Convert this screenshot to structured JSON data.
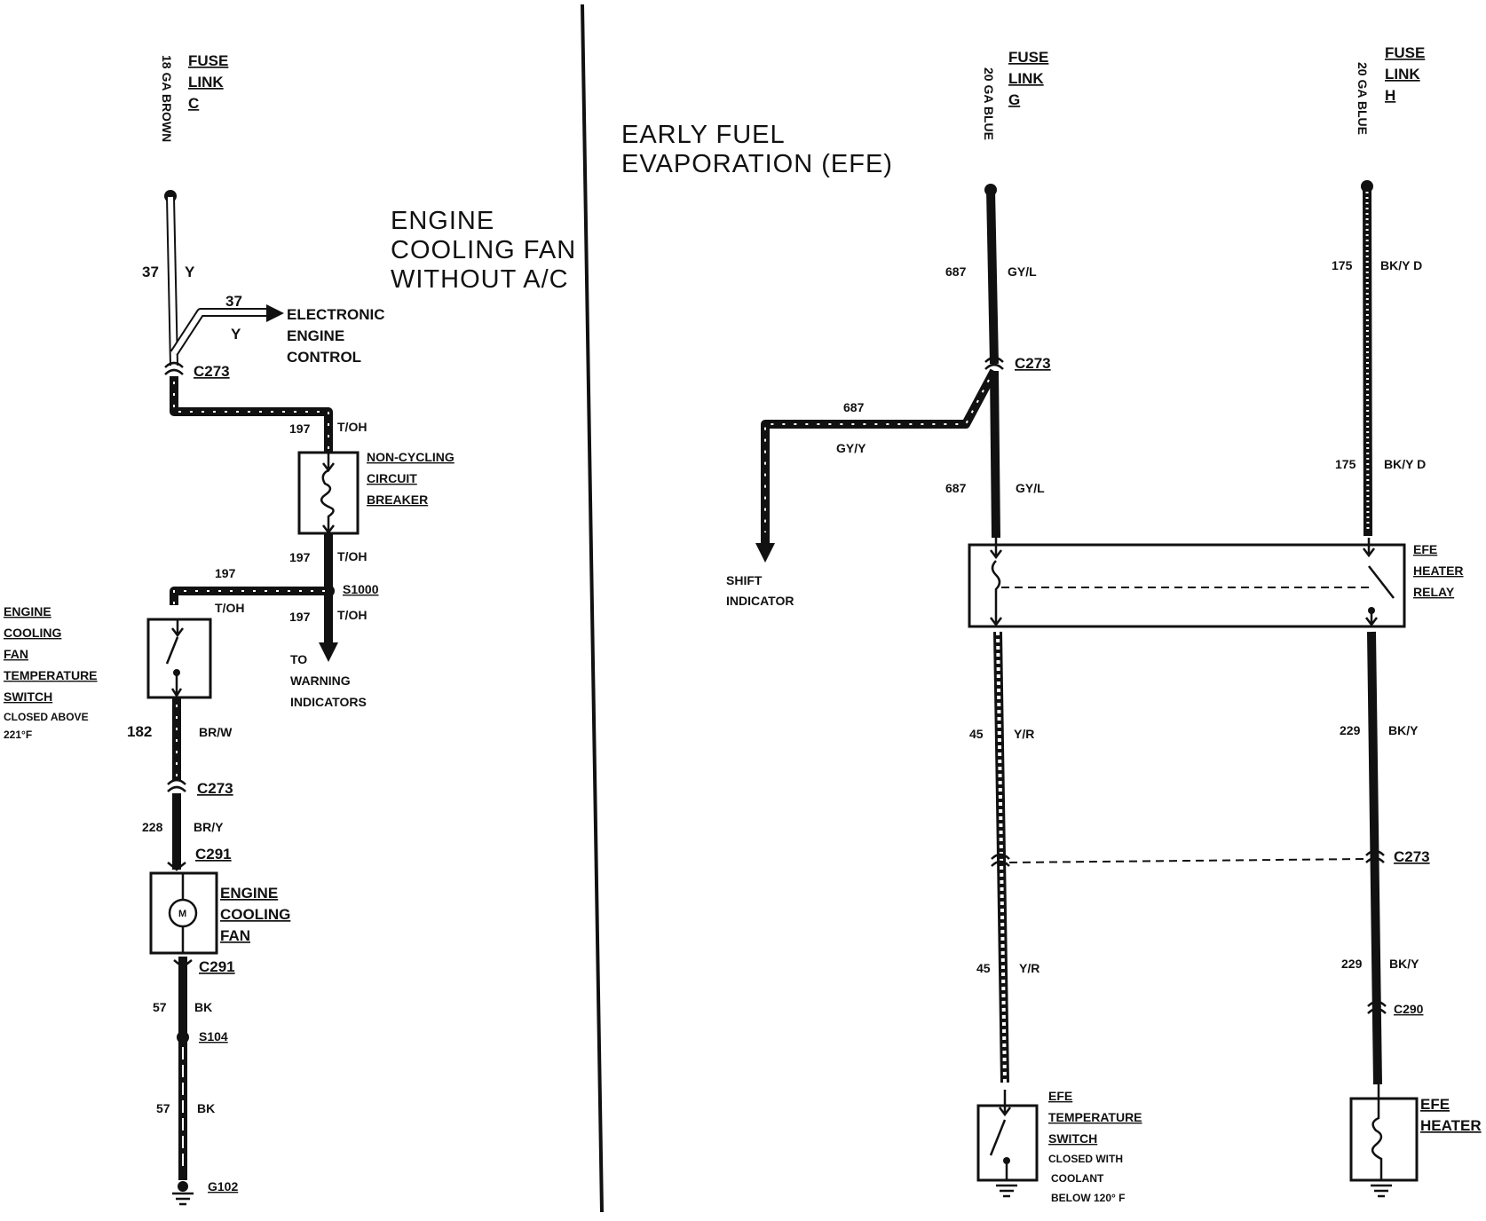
{
  "cooling_fan": {
    "title": [
      "ENGINE",
      "COOLING FAN",
      "WITHOUT A/C"
    ],
    "fuse": {
      "gauge": "18 GA BROWN",
      "line1": "FUSE",
      "line2": "LINK",
      "line3": "C"
    },
    "wire37_num": "37",
    "wire37_color": "Y",
    "branch_num": "37",
    "branch_color": "Y",
    "eec": [
      "ELECTRONIC",
      "ENGINE",
      "CONTROL"
    ],
    "c273a": "C273",
    "w197_top_num": "197",
    "w197_top_color": "T/OH",
    "breaker": [
      "NON-CYCLING",
      "CIRCUIT",
      "BREAKER"
    ],
    "w197_mid_num": "197",
    "w197_mid_color": "T/OH",
    "s1000": "S1000",
    "w197_left_num": "197",
    "w197_left_color": "T/OH",
    "w197_down_num": "197",
    "w197_down_color": "T/OH",
    "warning": [
      "TO",
      "WARNING",
      "INDICATORS"
    ],
    "temp_switch": [
      "ENGINE",
      "COOLING",
      "FAN",
      "TEMPERATURE",
      "SWITCH"
    ],
    "temp_switch_note": [
      "CLOSED ABOVE",
      "221°F"
    ],
    "w182_num": "182",
    "w182_color": "BR/W",
    "c273b": "C273",
    "w228_num": "228",
    "w228_color": "BR/Y",
    "c291a": "C291",
    "fan": [
      "ENGINE",
      "COOLING",
      "FAN"
    ],
    "motor": "M",
    "c291b": "C291",
    "w57a_num": "57",
    "w57a_color": "BK",
    "s104": "S104",
    "w57b_num": "57",
    "w57b_color": "BK",
    "g102": "G102"
  },
  "efe": {
    "title": [
      "EARLY FUEL",
      "EVAPORATION (EFE)"
    ],
    "fuse_g": {
      "gauge": "20 GA BLUE",
      "line1": "FUSE",
      "line2": "LINK",
      "line3": "G"
    },
    "fuse_h": {
      "gauge": "20 GA BLUE",
      "line1": "FUSE",
      "line2": "LINK",
      "line3": "H"
    },
    "w687a_num": "687",
    "w687a_color": "GY/L",
    "c273a": "C273",
    "branch_num": "687",
    "branch_color": "GY/Y",
    "shift": [
      "SHIFT",
      "INDICATOR"
    ],
    "w687b_num": "687",
    "w687b_color": "GY/L",
    "w175a_num": "175",
    "w175a_color": "BK/Y D",
    "w175b_num": "175",
    "w175b_color": "BK/Y D",
    "relay": [
      "EFE",
      "HEATER",
      "RELAY"
    ],
    "w45a_num": "45",
    "w45a_color": "Y/R",
    "w229a_num": "229",
    "w229a_color": "BK/Y",
    "c273b": "C273",
    "w45b_num": "45",
    "w45b_color": "Y/R",
    "w229b_num": "229",
    "w229b_color": "BK/Y",
    "c290": "C290",
    "temp_switch": [
      "EFE",
      "TEMPERATURE",
      "SWITCH"
    ],
    "temp_switch_note": [
      "CLOSED WITH",
      "COOLANT",
      "BELOW 120° F"
    ],
    "heater": [
      "EFE",
      "HEATER"
    ]
  }
}
